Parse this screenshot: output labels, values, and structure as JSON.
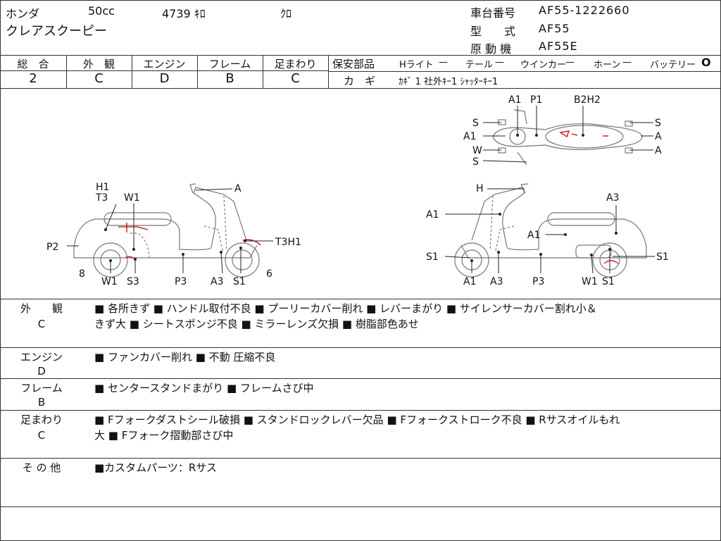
{
  "header": {
    "maker": "ホンダ",
    "cc": "50cc",
    "km": "4739 ｷﾛ",
    "color": "ｸﾛ",
    "model_name": "クレアスクーピー",
    "frame_no_label": "車台番号",
    "frame_no": "AF55-1222660",
    "type_label": "型　　式",
    "type": "AF55",
    "engine_label": "原 動 機",
    "engine": "AF55E"
  },
  "grades": {
    "headers": [
      "総　合",
      "外　観",
      "エンジン",
      "フレーム",
      "足まわり"
    ],
    "values": [
      "2",
      "C",
      "D",
      "B",
      "C"
    ]
  },
  "parts": {
    "label": "保安部品",
    "headlight": "Hライト",
    "headlight_v": "—",
    "tail": "テール",
    "tail_v": "—",
    "winker": "ウインカー",
    "winker_v": "—",
    "horn": "ホーン",
    "horn_v": "—",
    "battery": "バッテリー",
    "battery_v": "O",
    "keys_label": "カ　ギ",
    "keys": "ｶｷﾞ 1  社外ｷｰ1  ｼｬｯﾀｰｷｰ1"
  },
  "diagram": {
    "left": {
      "H1": "H1",
      "T3": "T3",
      "W1": "W1",
      "A": "A",
      "P2": "P2",
      "T3H1": "T3H1",
      "n8": "8",
      "W1b": "W1",
      "S3": "S3",
      "P3": "P3",
      "A3": "A3",
      "S1": "S1",
      "n6": "6"
    },
    "top": {
      "A1": "A1",
      "P1": "P1",
      "B2H2": "B2H2",
      "S_l": "S",
      "A1_l": "A1",
      "W_l": "W",
      "S_b": "S",
      "S_r": "S",
      "A_r1": "A",
      "A_r2": "A"
    },
    "right": {
      "H": "H",
      "A1a": "A1",
      "A3": "A3",
      "A1b": "A1",
      "S1a": "S1",
      "S1b": "S1",
      "A1c": "A1",
      "A3b": "A3",
      "P3": "P3",
      "W1": "W1",
      "S1c": "S1"
    }
  },
  "remarks": [
    {
      "label": "外　　観",
      "grade": "C",
      "lines": [
        "■ 各所きず ■ ハンドル取付不良 ■ プーリーカバー削れ ■ レバーまがり ■ サイレンサーカバー割れ小＆",
        "きず大 ■ シートスポンジ不良 ■ ミラーレンズ欠損 ■ 樹脂部色あせ"
      ]
    },
    {
      "label": "エンジン",
      "grade": "D",
      "lines": [
        "■ ファンカバー削れ ■ 不動 圧縮不良"
      ]
    },
    {
      "label": "フレーム",
      "grade": "B",
      "lines": [
        "■ センタースタンドまがり ■ フレームさび中"
      ]
    },
    {
      "label": "足まわり",
      "grade": "C",
      "lines": [
        "■ Fフォークダストシール破損 ■ スタンドロックレバー欠品 ■ Fフォークストローク不良 ■ Rサスオイルもれ",
        "大 ■ Fフォーク摺動部さび中"
      ]
    },
    {
      "label": "そ の 他",
      "grade": "",
      "lines": [
        "■カスタムパーツ：Rサス"
      ]
    }
  ]
}
